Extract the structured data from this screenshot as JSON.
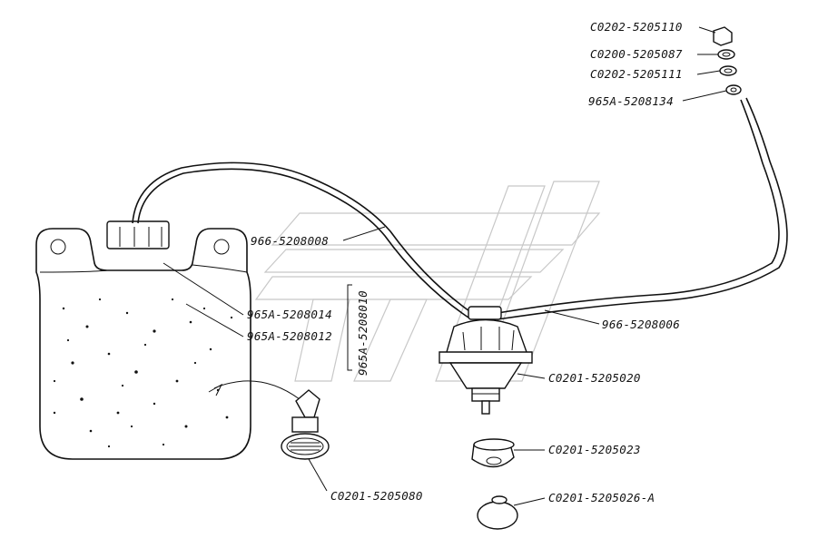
{
  "diagram": {
    "title": "Washer reservoir assembly",
    "colors": {
      "ink": "#111111",
      "watermark": "#c8c8c8",
      "background": "#ffffff"
    },
    "labels": {
      "cap_small": "C0202-5205110",
      "washer_a": "C0200-5205087",
      "washer_b": "C0202-5205111",
      "nozzle_hose_end": "965A-5208134",
      "hose_upper": "966-5208008",
      "hose_right": "966-5208006",
      "tank_part1": "965A-5208014",
      "tank_part2": "965A-5208012",
      "tank_assembly": "965A-5208010",
      "pump": "C0201-5205020",
      "pump_cap": "C0201-5205023",
      "pump_button": "C0201-5205026-A",
      "filter": "C0201-5205080"
    }
  }
}
